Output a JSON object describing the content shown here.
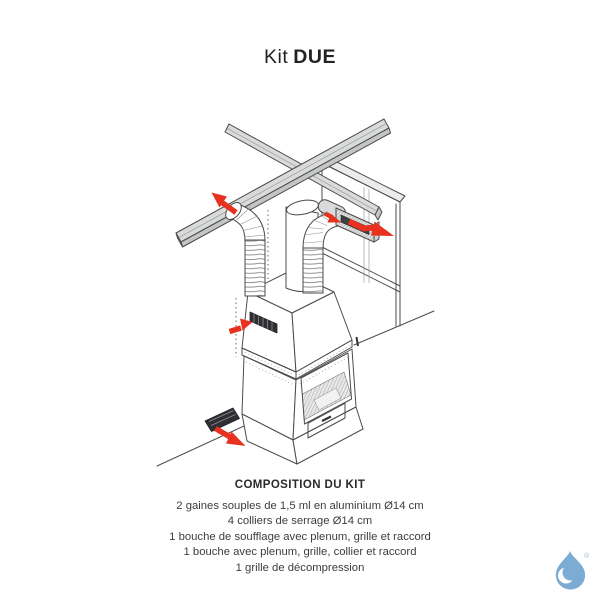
{
  "header": {
    "title": {
      "regular": "Kit",
      "bold": "DUE"
    }
  },
  "colors": {
    "arrow": "#e8321f",
    "line": "#4b4b4b",
    "beam-fill": "#d9dadb",
    "grille-fill": "#2f2f33",
    "logo-blue": "#7cabd3"
  },
  "composition": {
    "heading": "COMPOSITION DU KIT",
    "items": [
      "2 gaines souples de 1,5 ml en aluminium Ø14 cm",
      "4 colliers de serrage Ø14 cm",
      "1 bouche de soufflage avec plenum, grille et raccord",
      "1 bouche avec plenum, grille, collier et raccord",
      "1 grille de décompression"
    ]
  },
  "logo": {
    "registered_mark": "®"
  }
}
